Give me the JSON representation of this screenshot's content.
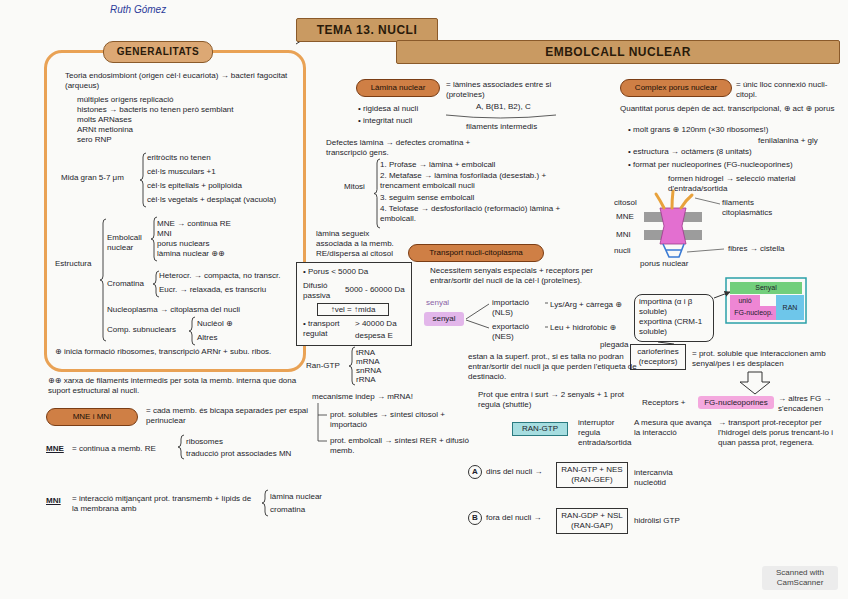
{
  "diagram": {
    "nodes": [
      {
        "text": [
          "TEMA 13. NUCLI"
        ]
      },
      {
        "text": [
          "Teoria endosimbiont (origen cèl·l eucariota) → bacteri fagocitat (arqueus)",
          "múltiples orígens replicació",
          "histones → bacteris no tenen però semblant",
          "molts ARNases",
          "ARNt metionina",
          "sero RNP",
          "Mida gran 5-7 μm",
          "eritròcits no tenen",
          "cèl·ls musculars +1",
          "cèl·ls epitelials + poliploida",
          "cèl·ls vegetals + desplaçat (vacuola)",
          "Estructura",
          "Embolcall nuclear",
          "MNE → continua RE",
          "MNI",
          "porus nuclears",
          "làmina nuclear ⊕⊕",
          "Cromatina",
          "Heterocr. → compacta, no transcr.",
          "Eucr. → relaxada, es transcriu",
          "Nucleoplasma → citoplasma del nucli",
          "Comp. subnuclears",
          "Nuclèol ⊕",
          "Altres",
          "⊕ inicia formació ribosomes, transcripció ARNr + subu. ribos."
        ]
      },
      {
        "text": [
          "GENERALITATS"
        ],
        "in": 1
      },
      {
        "text": [
          "MNE i MNI"
        ]
      },
      {
        "text": [
          "Làmina nuclear"
        ]
      },
      {
        "text": [
          "EMBOLCALL NUCLEAR"
        ]
      },
      {
        "text": [
          "Complex porus nuclear"
        ]
      },
      {
        "text": [
          "Transport nucli-citoplasma"
        ]
      },
      {
        "text": [
          "• Porus < 5000 Da",
          "Difusió passiva",
          "5000 - 60000 Da",
          "• transport regulat",
          "> 40000 Da",
          "despesa E"
        ]
      },
      {
        "text": [
          "↑vel = ↑mida"
        ],
        "in": 8
      },
      {
        "text": [
          "senyal"
        ]
      },
      {
        "text": [
          "importina (α i β soluble)",
          "exportina (CRM-1 soluble)"
        ]
      },
      {
        "text": [
          "RAN-GTP"
        ]
      },
      {
        "text": [
          "A"
        ]
      },
      {
        "text": [
          "RAN-GTP + NES (RAN-GEF)"
        ]
      },
      {
        "text": [
          "B"
        ]
      },
      {
        "text": [
          "RAN-GDP + NSL (RAN-GAP)"
        ]
      },
      {
        "text": [
          "Senyal"
        ]
      },
      {
        "text": [
          "unió"
        ]
      },
      {
        "text": [
          "FG-nucleop."
        ]
      },
      {
        "text": [
          "RAN"
        ]
      },
      {
        "text": [
          "carioferines (receptors)"
        ]
      },
      {
        "text": [
          "FG-nucleoporines"
        ]
      }
    ],
    "edges": [
      {
        "from": 11,
        "to": 17,
        "arrow": "to"
      },
      {
        "from": 11,
        "to": 21,
        "arrow": "none"
      }
    ],
    "labels": [
      "Ruth Gómez",
      "⊕⊕ xarxa de filaments intermedis per sota la memb. interna que dona suport estructural al nucli.",
      "= cada memb. és bicapa separades per espai perinuclear",
      "MNE",
      "= continua a memb. RE",
      "ribosomes",
      "traducció prot associades MN",
      "MNI",
      "= interacció mitjançant prot. transmemb + lípids de la membrana amb",
      "làmina nuclear",
      "cromatina",
      "= làmines associades entre si (proteïnes)",
      "A, B(B1, B2), C",
      "filaments intermedis",
      "• rigidesa al nucli",
      "• integritat nucli",
      "Defectes làmina → defectes cromatina + transcripció gens.",
      "Mitosi",
      "1. Profase → làmina + embolcall",
      "2. Metafase → làmina fosforilada (desestab.) + trencament embolcall nucli",
      "3. seguim sense embolcall",
      "4. Telofase → desfosforilació (reformació) làmina + embolcall.",
      "làmina segueix associada a la memb. RE/dispersa al citosol",
      "= únic lloc connexió nucli-citopl.",
      "Quantitat porus depèn de act. transcripcional, ⊕ act ⊕ porus",
      "• molt grans ⊕ 120nm (×30 ribosomes!)",
      "fenilalanina + gly",
      "• estructura → octàmers (8 unitats)",
      "• format per nucleoporines (FG-nucleoporines)",
      "formen hidrogel → selecció material d'entrada/sortida",
      "citosol",
      "MNE",
      "MNI",
      "nucli",
      "filaments citoplasmàtics",
      "porus nuclear",
      "fibres → cistella",
      "Necessitem senyals especials + receptors per entrar/sortir del nucli de la cèl·l (proteïnes).",
      "Ran-GTP",
      "tRNA",
      "mRNA",
      "snRNA",
      "rRNA",
      "mecanisme indep → mRNA!",
      "prot. solubles → síntesi citosol + importació",
      "prot. embolcall → síntesi RER + difusió memb.",
      "senyal",
      "importació (NLS)",
      "exportació (NES)",
      "Lys/Arg + càrrega ⊕",
      "Leu + hidrofòbic ⊕",
      "plegada",
      "estan a la superf. prot., si es talla no podran entrar/sortir del nucli ja que perden l'etiqueta de destinació.",
      "Prot que entra i surt → 2 senyals + 1 prot regula (shuttle)",
      "interruptor",
      "regula entrada/sortida",
      "dins del nucli →",
      "intercanvia nucleòtid",
      "fora del nucli →",
      "hidròlisi GTP",
      "= prot. soluble que interaccionen amb senyal/pes i es desplacen",
      "Receptors +",
      "→ altres FG → s'encadenen",
      "A mesura que avança la interacció",
      "→ transport prot-receptor per l'hidrogel dels porus trencant-lo i quan passa prot, regenera.",
      "Scanned with CamScanner"
    ]
  }
}
